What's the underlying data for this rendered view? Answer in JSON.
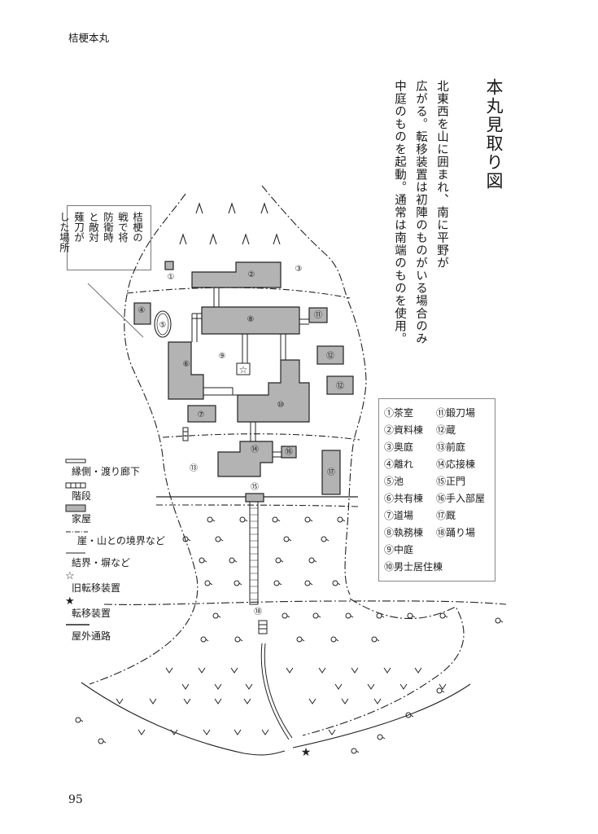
{
  "header": {
    "section": "桔梗本丸"
  },
  "page_number": "95",
  "title": "本丸見取り図",
  "description_lines": [
    "北東西を山に囲まれ、南に平野が",
    "広がる。転移装置は初陣のものがいる場合のみ",
    "中庭のものを起動。通常は南端のものを使用。"
  ],
  "callout_lines": [
    "桔梗の",
    "戦で将",
    "防衛時",
    "と敵対",
    "薙刀が",
    "した場所"
  ],
  "markers": {
    "m1": "①",
    "m2": "②",
    "m3": "③",
    "m4": "④",
    "m5": "⑤",
    "m6": "⑥",
    "m7": "⑦",
    "m8": "⑧",
    "m9": "⑨",
    "m10": "⑩",
    "m11": "⑪",
    "m12a": "⑫",
    "m12b": "⑫",
    "m13": "⑬",
    "m14": "⑭",
    "m15": "⑮",
    "m16": "⑯",
    "m17": "⑰",
    "m18": "⑱",
    "old_teleporter": "☆",
    "teleporter": "★"
  },
  "place_legend": {
    "left": [
      "①茶室",
      "②資料棟",
      "③奥庭",
      "④離れ",
      "⑤池",
      "⑥共有棟",
      "⑦道場",
      "⑧執務棟",
      "⑨中庭",
      "⑩男士居住棟"
    ],
    "right": [
      "⑪鍛刀場",
      "⑫蔵",
      "⑬前庭",
      "⑭応接棟",
      "⑮正門",
      "⑯手入部屋",
      "⑰厩",
      "⑱踊り場"
    ]
  },
  "symbol_legend": [
    {
      "label": "縁側・渡り廊下",
      "symbol": "veranda"
    },
    {
      "label": "階段",
      "symbol": "stairs"
    },
    {
      "label": "家屋",
      "symbol": "house"
    },
    {
      "label": "崖・山との境界など",
      "symbol": "cliff"
    },
    {
      "label": "結界・塀など",
      "symbol": "wall"
    },
    {
      "label": "旧転移装置",
      "symbol": "☆"
    },
    {
      "label": "転移装置",
      "symbol": "★"
    },
    {
      "label": "屋外通路",
      "symbol": "path"
    }
  ],
  "colors": {
    "building_fill": "#b3b3b3",
    "line": "#222222",
    "frame": "#888888"
  }
}
